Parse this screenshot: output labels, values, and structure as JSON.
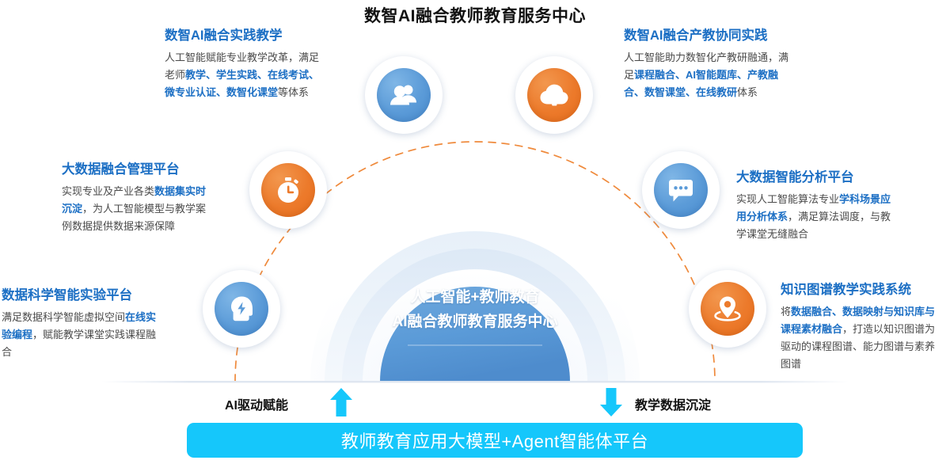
{
  "page": {
    "title": "数智AI融合教师教育服务中心",
    "accent_blue": "#1c6fc4",
    "accent_orange": "#e8701f",
    "accent_cyan": "#15c7fb",
    "node_blue": "#5b9bd8",
    "node_orange": "#ec7a2b"
  },
  "center": {
    "line1": "人工智能+教师教育",
    "line2": "AI融合教师教育服务中心"
  },
  "cards": [
    {
      "id": "practice-teaching",
      "title": "数智AI融合实践教学",
      "body_html": "人工智能赋能专业教学改革，满足老师<b>教学、学生实践、在线考试、微专业认证、数智化课堂</b>等体系",
      "icon": "people-icon",
      "color": "blue"
    },
    {
      "id": "industry-education",
      "title": "数智AI融合产教协同实践",
      "body_html": "人工智能助力数智化产教研融通，满足<b>课程融合、AI智能题库、产教融合、数智课堂、在线教研</b>体系",
      "icon": "cloud-upload-icon",
      "color": "orange"
    },
    {
      "id": "bigdata-management",
      "title": "大数据融合管理平台",
      "body_html": "实现专业及产业各类<b>数据集实时沉淀</b>，为人工智能模型与教学案例数据提供数据来源保障",
      "icon": "stopwatch-icon",
      "color": "orange"
    },
    {
      "id": "bigdata-analysis",
      "title": "大数据智能分析平台",
      "body_html": "实现人工智能算法专业<b>学科场景应用分析体系</b>，满足算法调度，与教学课堂无缝融合",
      "icon": "chat-bubble-icon",
      "color": "blue"
    },
    {
      "id": "data-science-lab",
      "title": "数据科学智能实验平台",
      "body_html": "满足数据科学智能虚拟空间<b>在线实验编程</b>，赋能教学课堂实践课程融合",
      "icon": "ai-head-icon",
      "color": "blue"
    },
    {
      "id": "knowledge-graph",
      "title": "知识图谱教学实践系统",
      "body_html": "将<b>数据融合、数据映射与知识库与课程素材融合</b>，打造以知识图谱为驱动的课程图谱、能力图谱与素养图谱",
      "icon": "location-pin-icon",
      "color": "orange"
    }
  ],
  "flow": {
    "left_label": "AI驱动赋能",
    "right_label": "教学数据沉淀",
    "bar_label": "教师教育应用大模型+Agent智能体平台"
  }
}
